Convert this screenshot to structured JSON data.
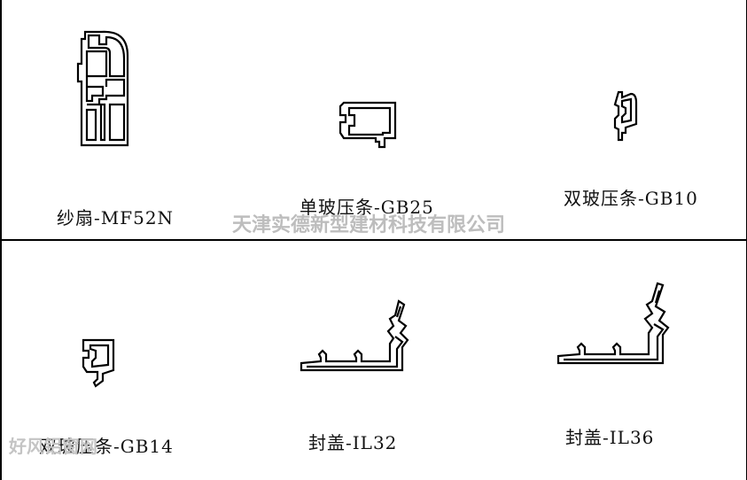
{
  "profiles": [
    {
      "label": "纱扇-MF52N"
    },
    {
      "label": "单玻压条-GB25"
    },
    {
      "label": "双玻压条-GB10"
    },
    {
      "label": "双玻压条-GB14"
    },
    {
      "label": "封盖-IL32"
    },
    {
      "label": "封盖-IL36"
    }
  ],
  "watermark_center": "天津实德新型建材科技有限公司",
  "watermark_corner": "好风铝窗网",
  "colors": {
    "line": "#000000",
    "watermark": "#bdbdbd"
  }
}
